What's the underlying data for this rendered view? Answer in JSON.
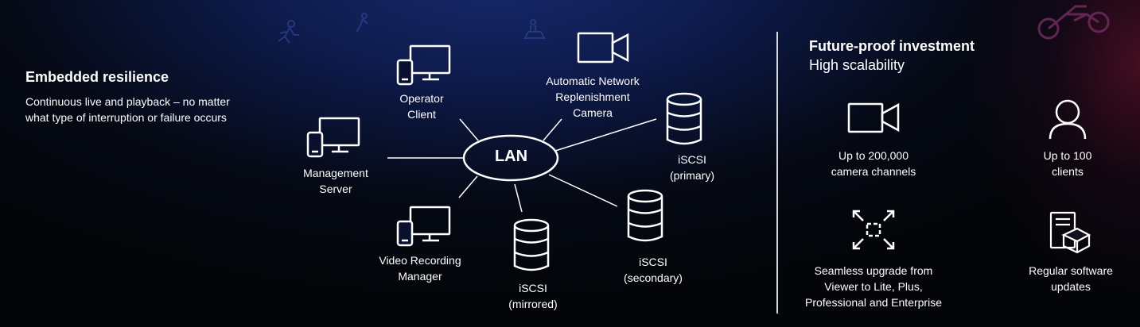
{
  "left": {
    "title": "Embedded resilience",
    "subtitle_line1": "Continuous live and playback – no matter",
    "subtitle_line2": "what type of interruption or failure occurs"
  },
  "network": {
    "hub": "LAN",
    "nodes": {
      "operator_client": [
        "Operator",
        "Client"
      ],
      "anr_camera": [
        "Automatic Network",
        "Replenishment",
        "Camera"
      ],
      "iscsi_primary": [
        "iSCSI",
        "(primary)"
      ],
      "management_server": [
        "Management",
        "Server"
      ],
      "video_recording_manager": [
        "Video Recording",
        "Manager"
      ],
      "iscsi_mirrored": [
        "iSCSI",
        "(mirrored)"
      ],
      "iscsi_secondary": [
        "iSCSI",
        "(secondary)"
      ]
    }
  },
  "right": {
    "title": "Future-proof investment",
    "subtitle": "High scalability",
    "features": {
      "cameras": [
        "Up to 200,000",
        "camera channels"
      ],
      "clients": [
        "Up to 100",
        "clients"
      ],
      "upgrade": [
        "Seamless upgrade from",
        "Viewer to Lite, Plus,",
        "Professional and Enterprise"
      ],
      "updates": [
        "Regular software",
        "updates"
      ]
    }
  },
  "icons": [
    "computer-icon",
    "camera-icon",
    "database-icon",
    "person-icon",
    "expand-icon",
    "software-package-icon",
    "motorbike-icon"
  ]
}
